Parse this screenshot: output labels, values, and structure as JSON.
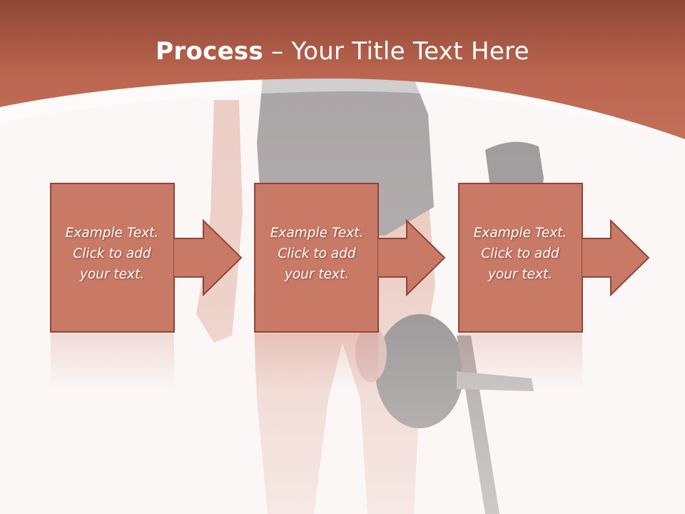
{
  "slide": {
    "title_bold": "Process",
    "title_rest": " – Your Title Text Here"
  },
  "steps": [
    {
      "line1": "Example Text.",
      "line2": "Click  to add",
      "line3": "your text."
    },
    {
      "line1": "Example Text.",
      "line2": "Click  to add",
      "line3": "your text."
    },
    {
      "line1": "Example Text.",
      "line2": "Click  to add",
      "line3": "your text."
    }
  ],
  "colors": {
    "header": "#b5614a",
    "box_fill": "#c97a66",
    "box_border": "#8e4637",
    "background": "#fbf7f6"
  },
  "icons": [
    "arrow-right-icon"
  ]
}
